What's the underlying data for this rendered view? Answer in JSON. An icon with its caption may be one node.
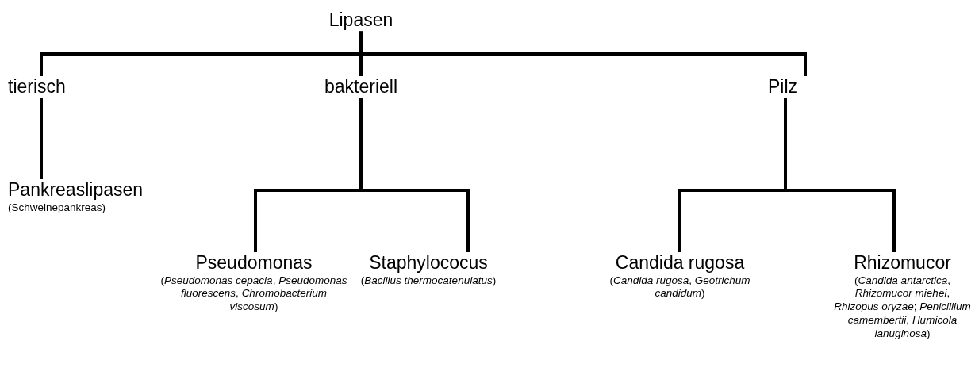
{
  "diagram": {
    "nodes": [
      {
        "text": [
          "Lipasen"
        ]
      },
      {
        "text": [
          "tierisch"
        ]
      },
      {
        "text": [
          "bakteriell"
        ]
      },
      {
        "text": [
          "Pilz"
        ]
      },
      {
        "text": [
          "Pankreaslipasen",
          "(Schweinepankreas)"
        ]
      },
      {
        "text": [
          "Pseudomonas",
          "(*Pseudomonas cepacia*, *Pseudomonas fluorescens*, *Chromobacterium viscosum*)"
        ]
      },
      {
        "text": [
          "Staphylococus",
          "(*Bacillus thermocatenulatus*)"
        ]
      },
      {
        "text": [
          "Candida rugosa",
          "(*Candida rugosa*, *Geotrichum candidum*)"
        ]
      },
      {
        "text": [
          "Rhizomucor",
          "(*Candida antarctica*, *Rhizomucor miehei*, *Rhizopus oryzae*; *Penicillium camembertii*, *Humicola lanuginosa*)"
        ]
      }
    ],
    "edges": [
      {
        "from": 0,
        "to": 1,
        "arrow": "none"
      },
      {
        "from": 0,
        "to": 2,
        "arrow": "none"
      },
      {
        "from": 0,
        "to": 3,
        "arrow": "none"
      },
      {
        "from": 1,
        "to": 4,
        "arrow": "none"
      },
      {
        "from": 2,
        "to": 5,
        "arrow": "none"
      },
      {
        "from": 2,
        "to": 6,
        "arrow": "none"
      },
      {
        "from": 3,
        "to": 7,
        "arrow": "none"
      },
      {
        "from": 3,
        "to": 8,
        "arrow": "none"
      }
    ]
  }
}
